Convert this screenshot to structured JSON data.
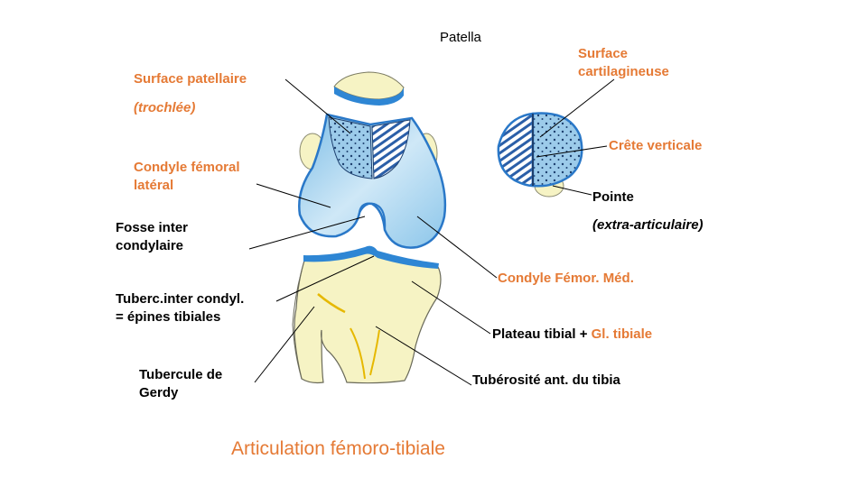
{
  "title": "Articulation fémoro-tibiale",
  "colors": {
    "accent": "#e57a35",
    "cartilage": "#a8d4ee",
    "cartilage_border": "#2a7fd1",
    "bone": "#f6f3c4",
    "ink": "#000000"
  },
  "labels": {
    "patella": "Patella",
    "surface_patellaire": "Surface patellaire",
    "trochlee": "(trochlée)",
    "surface_cartilagineuse_1": "Surface",
    "surface_cartilagineuse_2": "cartilagineuse",
    "crete_verticale": "Crête verticale",
    "pointe": "Pointe",
    "extra_articulaire": "(extra-articulaire)",
    "condyle_lateral_1": "Condyle fémoral",
    "condyle_lateral_2": "latéral",
    "fosse_1": "Fosse inter",
    "fosse_2": "condylaire",
    "condyle_medial": "Condyle Fémor. Méd.",
    "tuberc_1": "Tuberc.inter condyl.",
    "tuberc_2": "= épines tibiales",
    "plateau": "Plateau tibial + ",
    "gl_tibiale": "Gl. tibiale",
    "gerdy_1": "Tubercule de",
    "gerdy_2": "Gerdy",
    "tuberosite": "Tubérosité ant. du tibia"
  }
}
